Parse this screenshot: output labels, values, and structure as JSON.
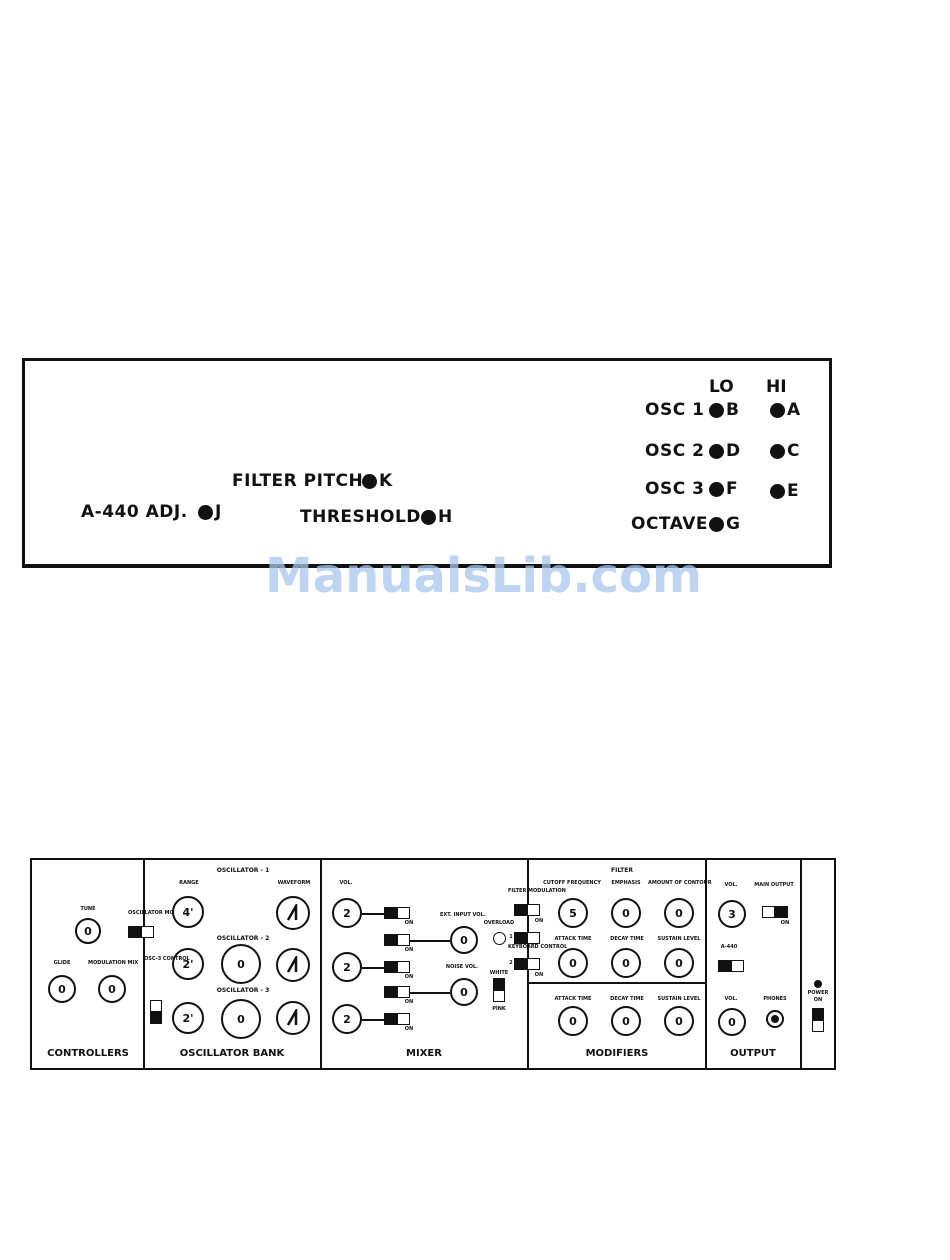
{
  "trim_panel": {
    "col_lo": "LO",
    "col_hi": "HI",
    "osc1": "OSC 1",
    "osc2": "OSC 2",
    "osc3": "OSC 3",
    "octave": "OCTAVE",
    "pot_b": "B",
    "pot_a": "A",
    "pot_d": "D",
    "pot_c": "C",
    "pot_f": "F",
    "pot_e": "E",
    "pot_g": "G",
    "filter_pitch": "FILTER PITCH",
    "pot_k": "K",
    "a440_adj": "A-440  ADJ.",
    "pot_j": "J",
    "threshold": "THRESHOLD",
    "pot_h": "H"
  },
  "watermark": "ManualsLib.com",
  "front_panel": {
    "controllers": {
      "title": "CONTROLLERS",
      "tune": "TUNE",
      "tune_val": "0",
      "glide": "GLIDE",
      "glide_val": "0",
      "mod_mix": "MODULATION MIX",
      "mod_mix_val": "0",
      "osc_mod": "OSCILLATOR MODULATION"
    },
    "oscillator_bank": {
      "title": "OSCILLATOR BANK",
      "osc1": "OSCILLATOR - 1",
      "osc2": "OSCILLATOR - 2",
      "osc3": "OSCILLATOR - 3",
      "range": "RANGE",
      "waveform": "WAVEFORM",
      "osc3_control": "OSC-3 CONTROL",
      "range1_val": "4'",
      "range2_val": "2'",
      "range3_val": "2'",
      "freq2_val": "0",
      "freq3_val": "0"
    },
    "mixer": {
      "title": "MIXER",
      "vol": "VOL.",
      "vol1_val": "2",
      "vol2_val": "2",
      "vol3_val": "2",
      "ext_input_vol": "EXT. INPUT VOL.",
      "ext_val": "0",
      "noise_vol": "NOISE VOL.",
      "noise_val": "0",
      "overload": "OVERLOAD",
      "filter_mod": "FILTER MODULATION",
      "keyboard_control": "KEYBOARD CONTROL",
      "on": "ON",
      "white": "WHITE",
      "pink": "PINK",
      "kb1": "1",
      "kb2": "2"
    },
    "filter": {
      "title": "FILTER",
      "cutoff": "CUTOFF FREQUENCY",
      "cutoff_val": "5",
      "emphasis": "EMPHASIS",
      "emphasis_val": "0",
      "contour": "AMOUNT OF CONTOUR",
      "contour_val": "0",
      "attack": "ATTACK TIME",
      "attack_val": "0",
      "decay": "DECAY TIME",
      "decay_val": "0",
      "sustain": "SUSTAIN LEVEL",
      "sustain_val": "0"
    },
    "modifiers": {
      "title": "MODIFIERS",
      "attack": "ATTACK TIME",
      "attack_val": "0",
      "decay": "DECAY TIME",
      "decay_val": "0",
      "sustain": "SUSTAIN LEVEL",
      "sustain_val": "0"
    },
    "output": {
      "title": "OUTPUT",
      "vol": "VOL.",
      "vol_val": "3",
      "main_output": "MAIN OUTPUT",
      "a440": "A-440",
      "vol2": "VOL.",
      "vol2_val": "0",
      "phones": "PHONES",
      "on": "ON"
    },
    "power": {
      "label": "POWER",
      "on": "ON"
    }
  }
}
